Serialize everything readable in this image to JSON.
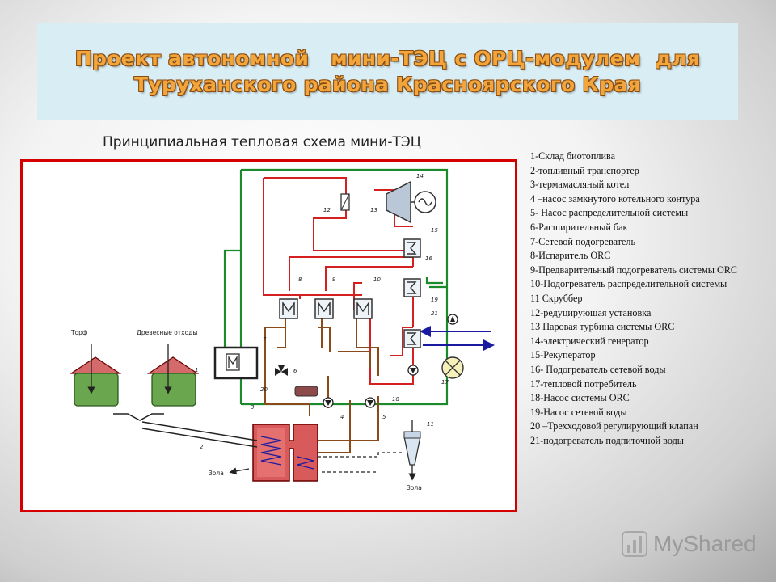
{
  "title": {
    "line1": "Проект автономной   мини-ТЭЦ с ОРЦ-модулем  для",
    "line2": "Туруханского района Красноярского Края"
  },
  "subtitle": "Принципиальная тепловая схема мини-ТЭЦ",
  "diagram": {
    "labels": {
      "peat": "Торф",
      "wood": "Древесные отходы",
      "ash_left": "Зола",
      "ash_right": "Зола",
      "n1": "1",
      "n2": "2",
      "n3": "3",
      "n4": "4",
      "n5": "5",
      "n6": "6",
      "n7": "7",
      "n8": "8",
      "n9": "9",
      "n10": "10",
      "n11": "11",
      "n12": "12",
      "n13": "13",
      "n14": "14",
      "n15": "15",
      "n16": "16",
      "n17": "17",
      "n18": "18",
      "n19": "19",
      "n20": "20",
      "n21": "21"
    },
    "colors": {
      "oil_loop": "#8b4a1a",
      "orc_loop": "#d42020",
      "network": "#1a8a2a",
      "makeup": "#1a1aa0",
      "frame": "#d40000"
    }
  },
  "legend": [
    "1-Склад биотоплива",
    "2-топливный транспортер",
    "3-термамасляный котел",
    "4 –насос замкнутого котельного контура",
    "5- Насос распределительной  системы",
    "6-Расширительный бак",
    "7-Сетевой подогреватель",
    "8-Испаритель ORC",
    "9-Предварительный подогреватель системы ORC",
    "10-Подогреватель распределительной системы",
    "11 Скруббер",
    "12-редуцирующая установка",
    "13 Паровая турбина системы ORC",
    "14-электрический генератор",
    "15-Рекуператор",
    "16- Подогреватель сетевой воды",
    "17-тепловой потребитель",
    "18-Насос системы ORC",
    "19-Насос сетевой воды",
    "20 –Трехходовой регулирующий клапан",
    "21-подогреватель подпиточной воды"
  ],
  "watermark": {
    "text": "MyShared"
  }
}
